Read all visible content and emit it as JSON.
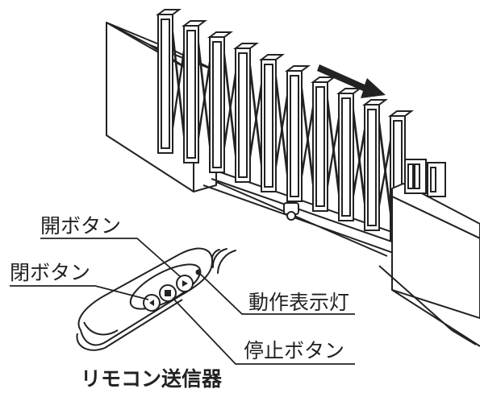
{
  "labels": {
    "open_button": "開ボタン",
    "close_button": "閉ボタン",
    "indicator_lamp": "動作表示灯",
    "stop_button": "停止ボタン"
  },
  "caption": "リモコン送信器",
  "colors": {
    "line": "#222222",
    "arrow": "#222222",
    "background": "#ffffff"
  },
  "icons": {
    "direction": "right-arrow-icon",
    "signal": "wireless-signal-icon",
    "open": "triangle-up-icon",
    "close": "triangle-left-icon",
    "stop": "square-stop-icon"
  }
}
